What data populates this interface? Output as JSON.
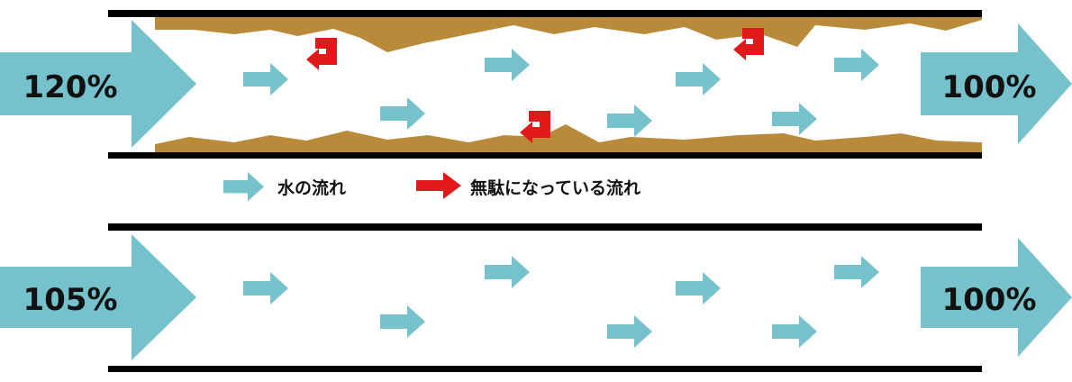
{
  "colors": {
    "flow": "#76c2cc",
    "waste": "#e01a1a",
    "deposit": "#b88a3a",
    "pipe": "#000000"
  },
  "clogged_pipe": {
    "inflow_label": "120%",
    "outflow_label": "100%"
  },
  "clean_pipe": {
    "inflow_label": "105%",
    "outflow_label": "100%"
  },
  "legend": {
    "flow_label": "水の流れ",
    "waste_label": "無駄になっている流れ"
  }
}
